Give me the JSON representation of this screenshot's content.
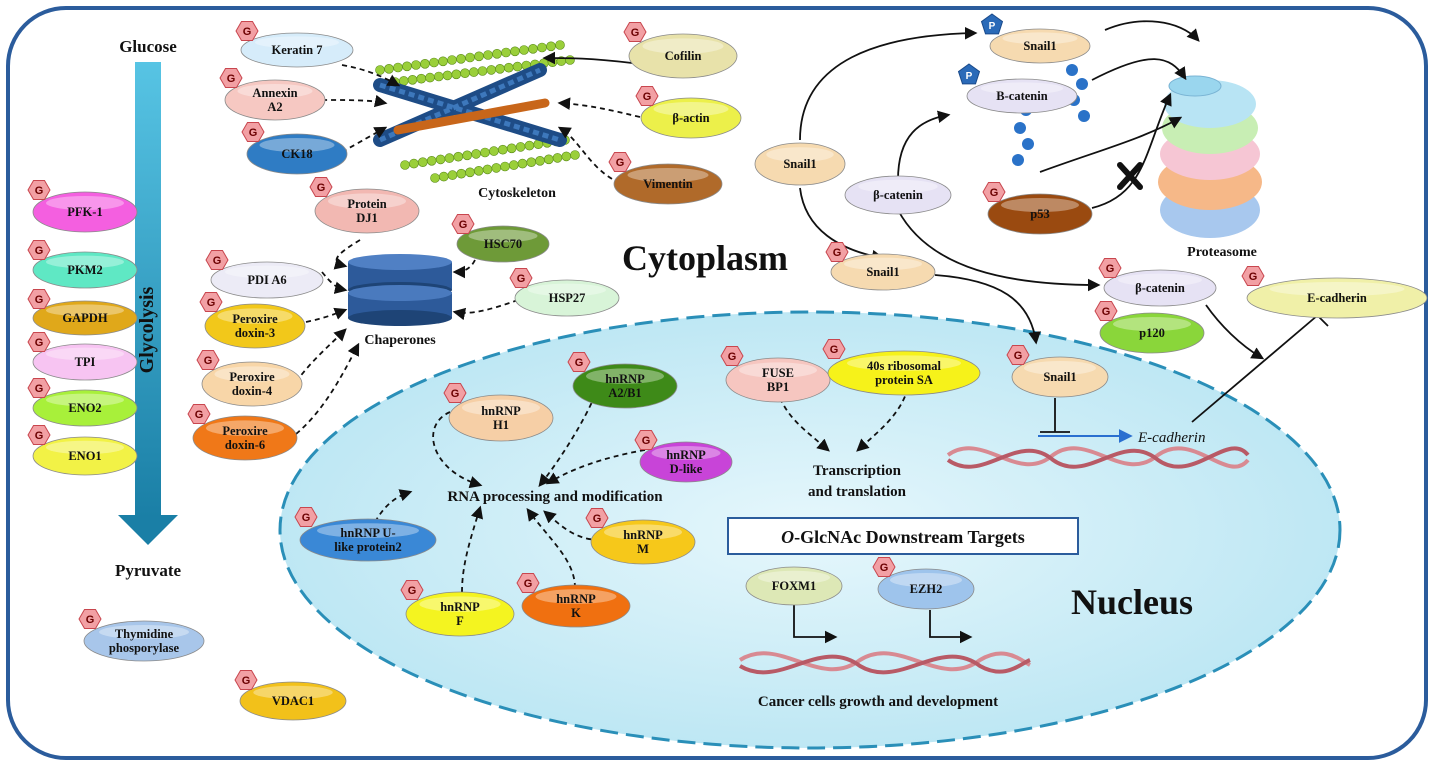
{
  "regions": {
    "cytoplasm": "Cytoplasm",
    "nucleus": "Nucleus",
    "cytoskeleton": "Cytoskeleton",
    "chaperones": "Chaperones",
    "proteasome": "Proteasome"
  },
  "glycolysis": {
    "start": "Glucose",
    "end": "Pyruvate",
    "label": "Glycolysis"
  },
  "process_labels": {
    "rna": "RNA processing and modification",
    "transcription_line1": "Transcription",
    "transcription_line2": "and translation",
    "growth": "Cancer cells growth and development",
    "ecadherin_gene": "E-cadherin"
  },
  "targets_box": {
    "prefix": "O",
    "suffix": "-GlcNAc Downstream Targets"
  },
  "glyco_badge": "G",
  "phospho_badge": "P",
  "nodes": [
    {
      "id": "pfk1",
      "lines": [
        "PFK-1"
      ],
      "color": "#f45fe0",
      "g": true
    },
    {
      "id": "pkm2",
      "lines": [
        "PKM2"
      ],
      "color": "#5fe8c4",
      "g": true
    },
    {
      "id": "gapdh",
      "lines": [
        "GAPDH"
      ],
      "color": "#e0a81a",
      "g": true
    },
    {
      "id": "tpi",
      "lines": [
        "TPI"
      ],
      "color": "#f7c4f2",
      "g": true
    },
    {
      "id": "eno2",
      "lines": [
        "ENO2"
      ],
      "color": "#a8f03a",
      "g": true
    },
    {
      "id": "eno1",
      "lines": [
        "ENO1"
      ],
      "color": "#f2f246",
      "g": true
    },
    {
      "id": "thymidine",
      "lines": [
        "Thymidine",
        "phosporylase"
      ],
      "color": "#a8c6ea",
      "g": true
    },
    {
      "id": "vdac1",
      "lines": [
        "VDAC1"
      ],
      "color": "#f2c11a",
      "g": true
    },
    {
      "id": "keratin7",
      "lines": [
        "Keratin 7"
      ],
      "color": "#d6ecfa",
      "g": true
    },
    {
      "id": "annexin",
      "lines": [
        "Annexin",
        "A2"
      ],
      "color": "#f6c8c2",
      "g": true
    },
    {
      "id": "ck18",
      "lines": [
        "CK18"
      ],
      "color": "#2f7cc4",
      "g": true
    },
    {
      "id": "cofilin",
      "lines": [
        "Cofilin"
      ],
      "color": "#e8e2aa",
      "g": true
    },
    {
      "id": "bactin",
      "lines": [
        "β-actin"
      ],
      "color": "#ecf04a",
      "g": true
    },
    {
      "id": "vimentin",
      "lines": [
        "Vimentin"
      ],
      "color": "#b06a2a",
      "g": true
    },
    {
      "id": "dj1",
      "lines": [
        "Protein",
        "DJ1"
      ],
      "color": "#f2b8b2",
      "g": true
    },
    {
      "id": "pdia6",
      "lines": [
        "PDI A6"
      ],
      "color": "#ecebf6",
      "g": true
    },
    {
      "id": "hsc70",
      "lines": [
        "HSC70"
      ],
      "color": "#6e9a38",
      "g": true
    },
    {
      "id": "hsp27",
      "lines": [
        "HSP27"
      ],
      "color": "#d8f4d8",
      "g": true
    },
    {
      "id": "perox3",
      "lines": [
        "Peroxire",
        "doxin-3"
      ],
      "color": "#f2c81a",
      "g": true
    },
    {
      "id": "perox4",
      "lines": [
        "Peroxire",
        "doxin-4"
      ],
      "color": "#f8d6a8",
      "g": true
    },
    {
      "id": "perox6",
      "lines": [
        "Peroxire",
        "doxin-6"
      ],
      "color": "#f07818",
      "g": true
    },
    {
      "id": "hnrnph1",
      "lines": [
        "hnRNP",
        "H1"
      ],
      "color": "#f6cfa6",
      "g": true
    },
    {
      "id": "hnrnpa2",
      "lines": [
        "hnRNP",
        "A2/B1"
      ],
      "color": "#3e8a18",
      "g": true
    },
    {
      "id": "hnrnpd",
      "lines": [
        "hnRNP",
        "D-like"
      ],
      "color": "#c844d8",
      "g": true
    },
    {
      "id": "hnrnpu",
      "lines": [
        "hnRNP  U-",
        "like protein2"
      ],
      "color": "#3a88d6",
      "g": true
    },
    {
      "id": "hnrnpm",
      "lines": [
        "hnRNP",
        "M"
      ],
      "color": "#f6c81a",
      "g": true
    },
    {
      "id": "hnrnpf",
      "lines": [
        "hnRNP",
        "F"
      ],
      "color": "#f4f420",
      "g": true
    },
    {
      "id": "hnrnpk",
      "lines": [
        "hnRNP",
        "K"
      ],
      "color": "#f07010",
      "g": true
    },
    {
      "id": "fusebp1",
      "lines": [
        "FUSE",
        "BP1"
      ],
      "color": "#f6c6c0",
      "g": true
    },
    {
      "id": "rps40",
      "lines": [
        "40s ribosomal",
        "protein SA"
      ],
      "color": "#f6f21a",
      "g": true
    },
    {
      "id": "foxm1",
      "lines": [
        "FOXM1"
      ],
      "color": "#dde8b6",
      "g": false
    },
    {
      "id": "ezh2",
      "lines": [
        "EZH2"
      ],
      "color": "#9ec4ec",
      "g": true
    },
    {
      "id": "snail1_top",
      "lines": [
        "Snail1"
      ],
      "color": "#f6dab0",
      "g": false,
      "p": true
    },
    {
      "id": "bcat_top",
      "lines": [
        "B-catenin"
      ],
      "color": "#e6e2f4",
      "g": false,
      "p": true
    },
    {
      "id": "snail1_left",
      "lines": [
        "Snail1"
      ],
      "color": "#f6dab0",
      "g": false
    },
    {
      "id": "bcat_mid",
      "lines": [
        "β-catenin"
      ],
      "color": "#e6e2f4",
      "g": false
    },
    {
      "id": "p53",
      "lines": [
        "p53"
      ],
      "color": "#9a4a10",
      "g": true
    },
    {
      "id": "snail1_mid",
      "lines": [
        "Snail1"
      ],
      "color": "#f6dab0",
      "g": true
    },
    {
      "id": "bcat_right",
      "lines": [
        "β-catenin"
      ],
      "color": "#e6e2f4",
      "g": true
    },
    {
      "id": "p120",
      "lines": [
        "p120"
      ],
      "color": "#8ad63a",
      "g": true
    },
    {
      "id": "ecadherin",
      "lines": [
        "E-cadherin"
      ],
      "color": "#f0f0a8",
      "g": true
    },
    {
      "id": "snail1_nuc",
      "lines": [
        "Snail1"
      ],
      "color": "#f6dab0",
      "g": true
    }
  ]
}
